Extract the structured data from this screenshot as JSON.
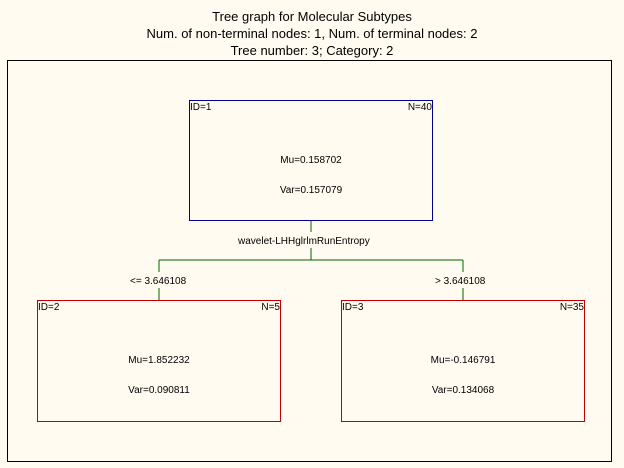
{
  "title": {
    "line1": "Tree graph for Molecular  Subtypes",
    "line2": "Num. of non-terminal nodes: 1,  Num. of terminal nodes: 2",
    "line3": "Tree number: 3; Category: 2"
  },
  "colors": {
    "background": "#fffbf0",
    "root_border": "#00008b",
    "leaf_border": "#c00000",
    "edge": "#006400"
  },
  "nodes": [
    {
      "id": "ID=1",
      "n": "N=40",
      "mu": "Mu=0.158702",
      "var": "Var=0.157079"
    },
    {
      "id": "ID=2",
      "n": "N=5",
      "mu": "Mu=1.852232",
      "var": "Var=0.090811"
    },
    {
      "id": "ID=3",
      "n": "N=35",
      "mu": "Mu=-0.146791",
      "var": "Var=0.134068"
    }
  ],
  "split": {
    "variable": "wavelet-LHHglrlmRunEntropy",
    "left_condition": "<= 3.646108",
    "right_condition": "> 3.646108"
  }
}
